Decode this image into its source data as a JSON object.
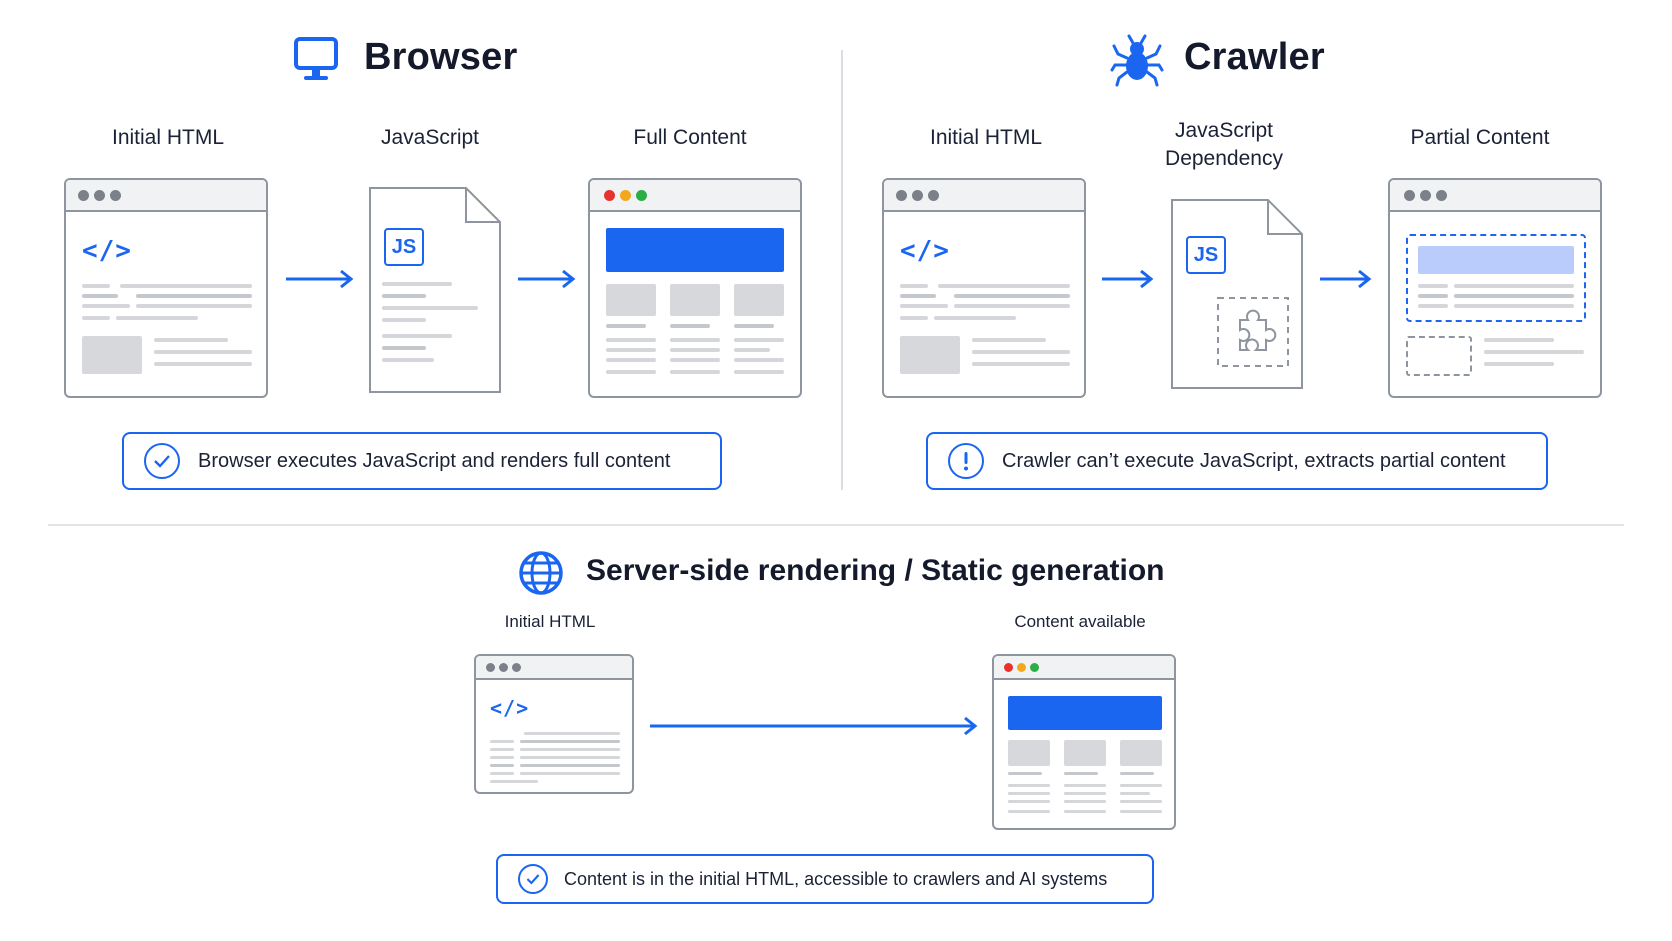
{
  "browser": {
    "title": "Browser",
    "icon": "monitor-icon",
    "steps": [
      "Initial HTML",
      "JavaScript",
      "Full Content"
    ],
    "js_badge": "JS",
    "code_glyph": "</>",
    "callout": "Browser executes JavaScript and renders full content",
    "callout_icon": "check-circle-icon"
  },
  "crawler": {
    "title": "Crawler",
    "icon": "spider-icon",
    "steps": [
      "Initial HTML",
      "JavaScript\nDependency",
      "Partial Content"
    ],
    "js_badge": "JS",
    "code_glyph": "</>",
    "callout": "Crawler can’t execute JavaScript, extracts partial content",
    "callout_icon": "exclamation-circle-icon"
  },
  "ssr": {
    "title": "Server-side rendering / Static generation",
    "icon": "globe-icon",
    "steps": [
      "Initial HTML",
      "Content available"
    ],
    "code_glyph": "</>",
    "callout": "Content is in the initial HTML, accessible to crawlers and AI systems",
    "callout_icon": "check-circle-icon"
  },
  "colors": {
    "accent": "#1a66f0",
    "accent_light": "#b9ccfb",
    "outline": "#8f959f",
    "placeholder": "#d6d8dc",
    "dot_red": "#e8322c",
    "dot_yellow": "#f2a81d",
    "dot_green": "#2cae45"
  }
}
